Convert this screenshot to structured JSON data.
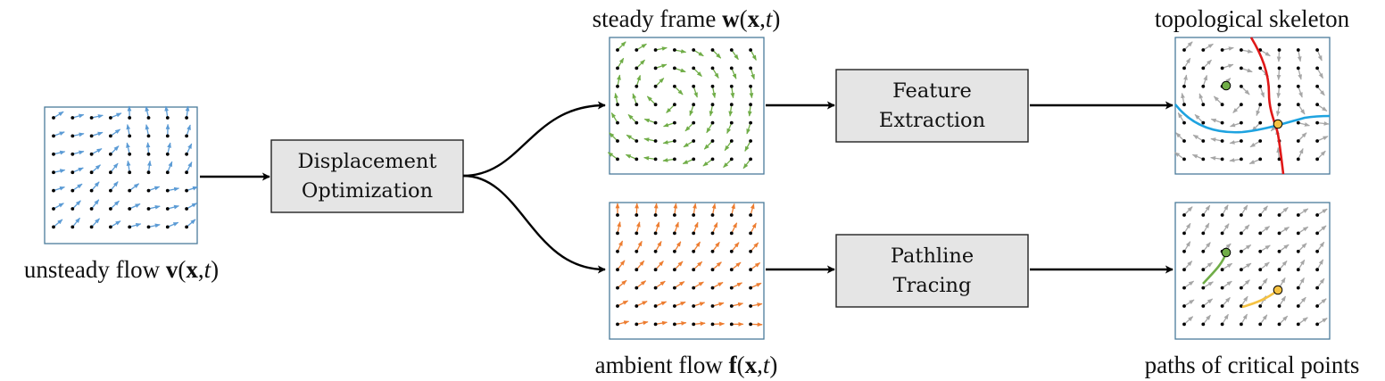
{
  "colors": {
    "unsteady": "#5b9bd5",
    "steady": "#70ad47",
    "ambient": "#ed7d31",
    "skeleton": "#a6a6a6",
    "separatrix_red": "#e01818",
    "separatrix_blue": "#1ea3e0",
    "critical_center": "#70ad47",
    "critical_saddle": "#f5c242"
  },
  "labels": {
    "unsteady": {
      "pre": "unsteady flow ",
      "vec": "v",
      "open": "(",
      "x": "x",
      "comma": ",",
      "t": "t",
      "close": ")"
    },
    "steady": {
      "pre": "steady frame ",
      "vec": "w",
      "open": "(",
      "x": "x",
      "comma": ",",
      "t": "t",
      "close": ")"
    },
    "ambient": {
      "pre": "ambient flow ",
      "vec": "f",
      "open": "(",
      "x": "x",
      "comma": ",",
      "t": "t",
      "close": ")"
    },
    "skeleton": "topological skeleton",
    "paths": "paths of critical points"
  },
  "boxes": {
    "displacement": [
      "Displacement",
      "Optimization"
    ],
    "feature": [
      "Feature",
      "Extraction"
    ],
    "pathline": [
      "Pathline",
      "Tracing"
    ]
  },
  "icons": {
    "vector_glyph": "arrow-glyph",
    "critical_point": "circle-marker"
  }
}
